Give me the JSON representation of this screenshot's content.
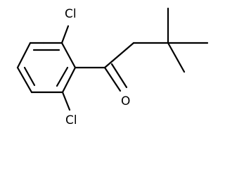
{
  "atoms": {
    "chlorine_top": "Cl",
    "chlorine_bottom": "Cl",
    "oxygen": "O"
  }
}
